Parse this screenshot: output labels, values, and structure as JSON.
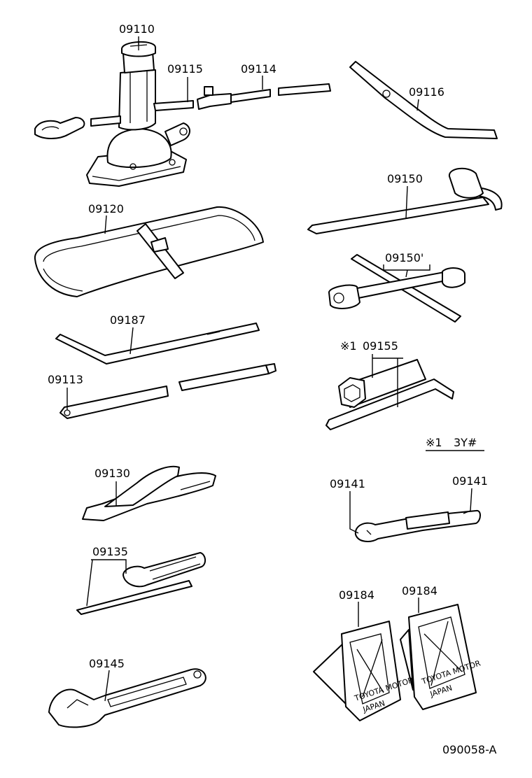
{
  "parts": {
    "jack": "09110",
    "jack_handle": "09115",
    "jack_extension": "09114",
    "wheel_nut_wrench": "09116",
    "tool_bag": "09120",
    "socket_wrench": "09150",
    "cross_wrench": "09150'",
    "jack_handle_bar": "09187",
    "jack_handle_extension": "09113",
    "box_wrench": "09155",
    "pliers": "09130",
    "open_wrench_left": "09141",
    "open_wrench_right": "09141",
    "screwdriver": "09135",
    "adjustable_wrench": "09145",
    "wheel_chock_left": "09184",
    "wheel_chock_right": "09184"
  },
  "notes": {
    "box_wrench_marker": "※1",
    "footnote_marker": "※1",
    "footnote_text": "3Y#"
  },
  "chock_text": {
    "left_line1": "TOYOTA MOTOR",
    "left_line2": "JAPAN",
    "right_line1": "TOYOTA MOTOR",
    "right_line2": "JAPAN"
  },
  "illustration_code": "090058-A"
}
